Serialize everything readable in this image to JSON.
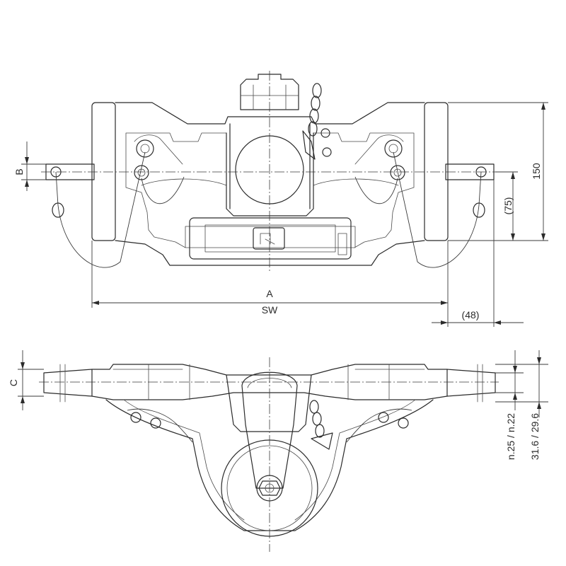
{
  "diagram": {
    "labels": {
      "b": "B",
      "a": "A",
      "sw": "SW",
      "d48": "(48)",
      "d75": "(75)",
      "d150": "150",
      "c": "C",
      "n_spec": "n.25 / n.22",
      "dia_spec": "31.6 / 29.6"
    }
  }
}
